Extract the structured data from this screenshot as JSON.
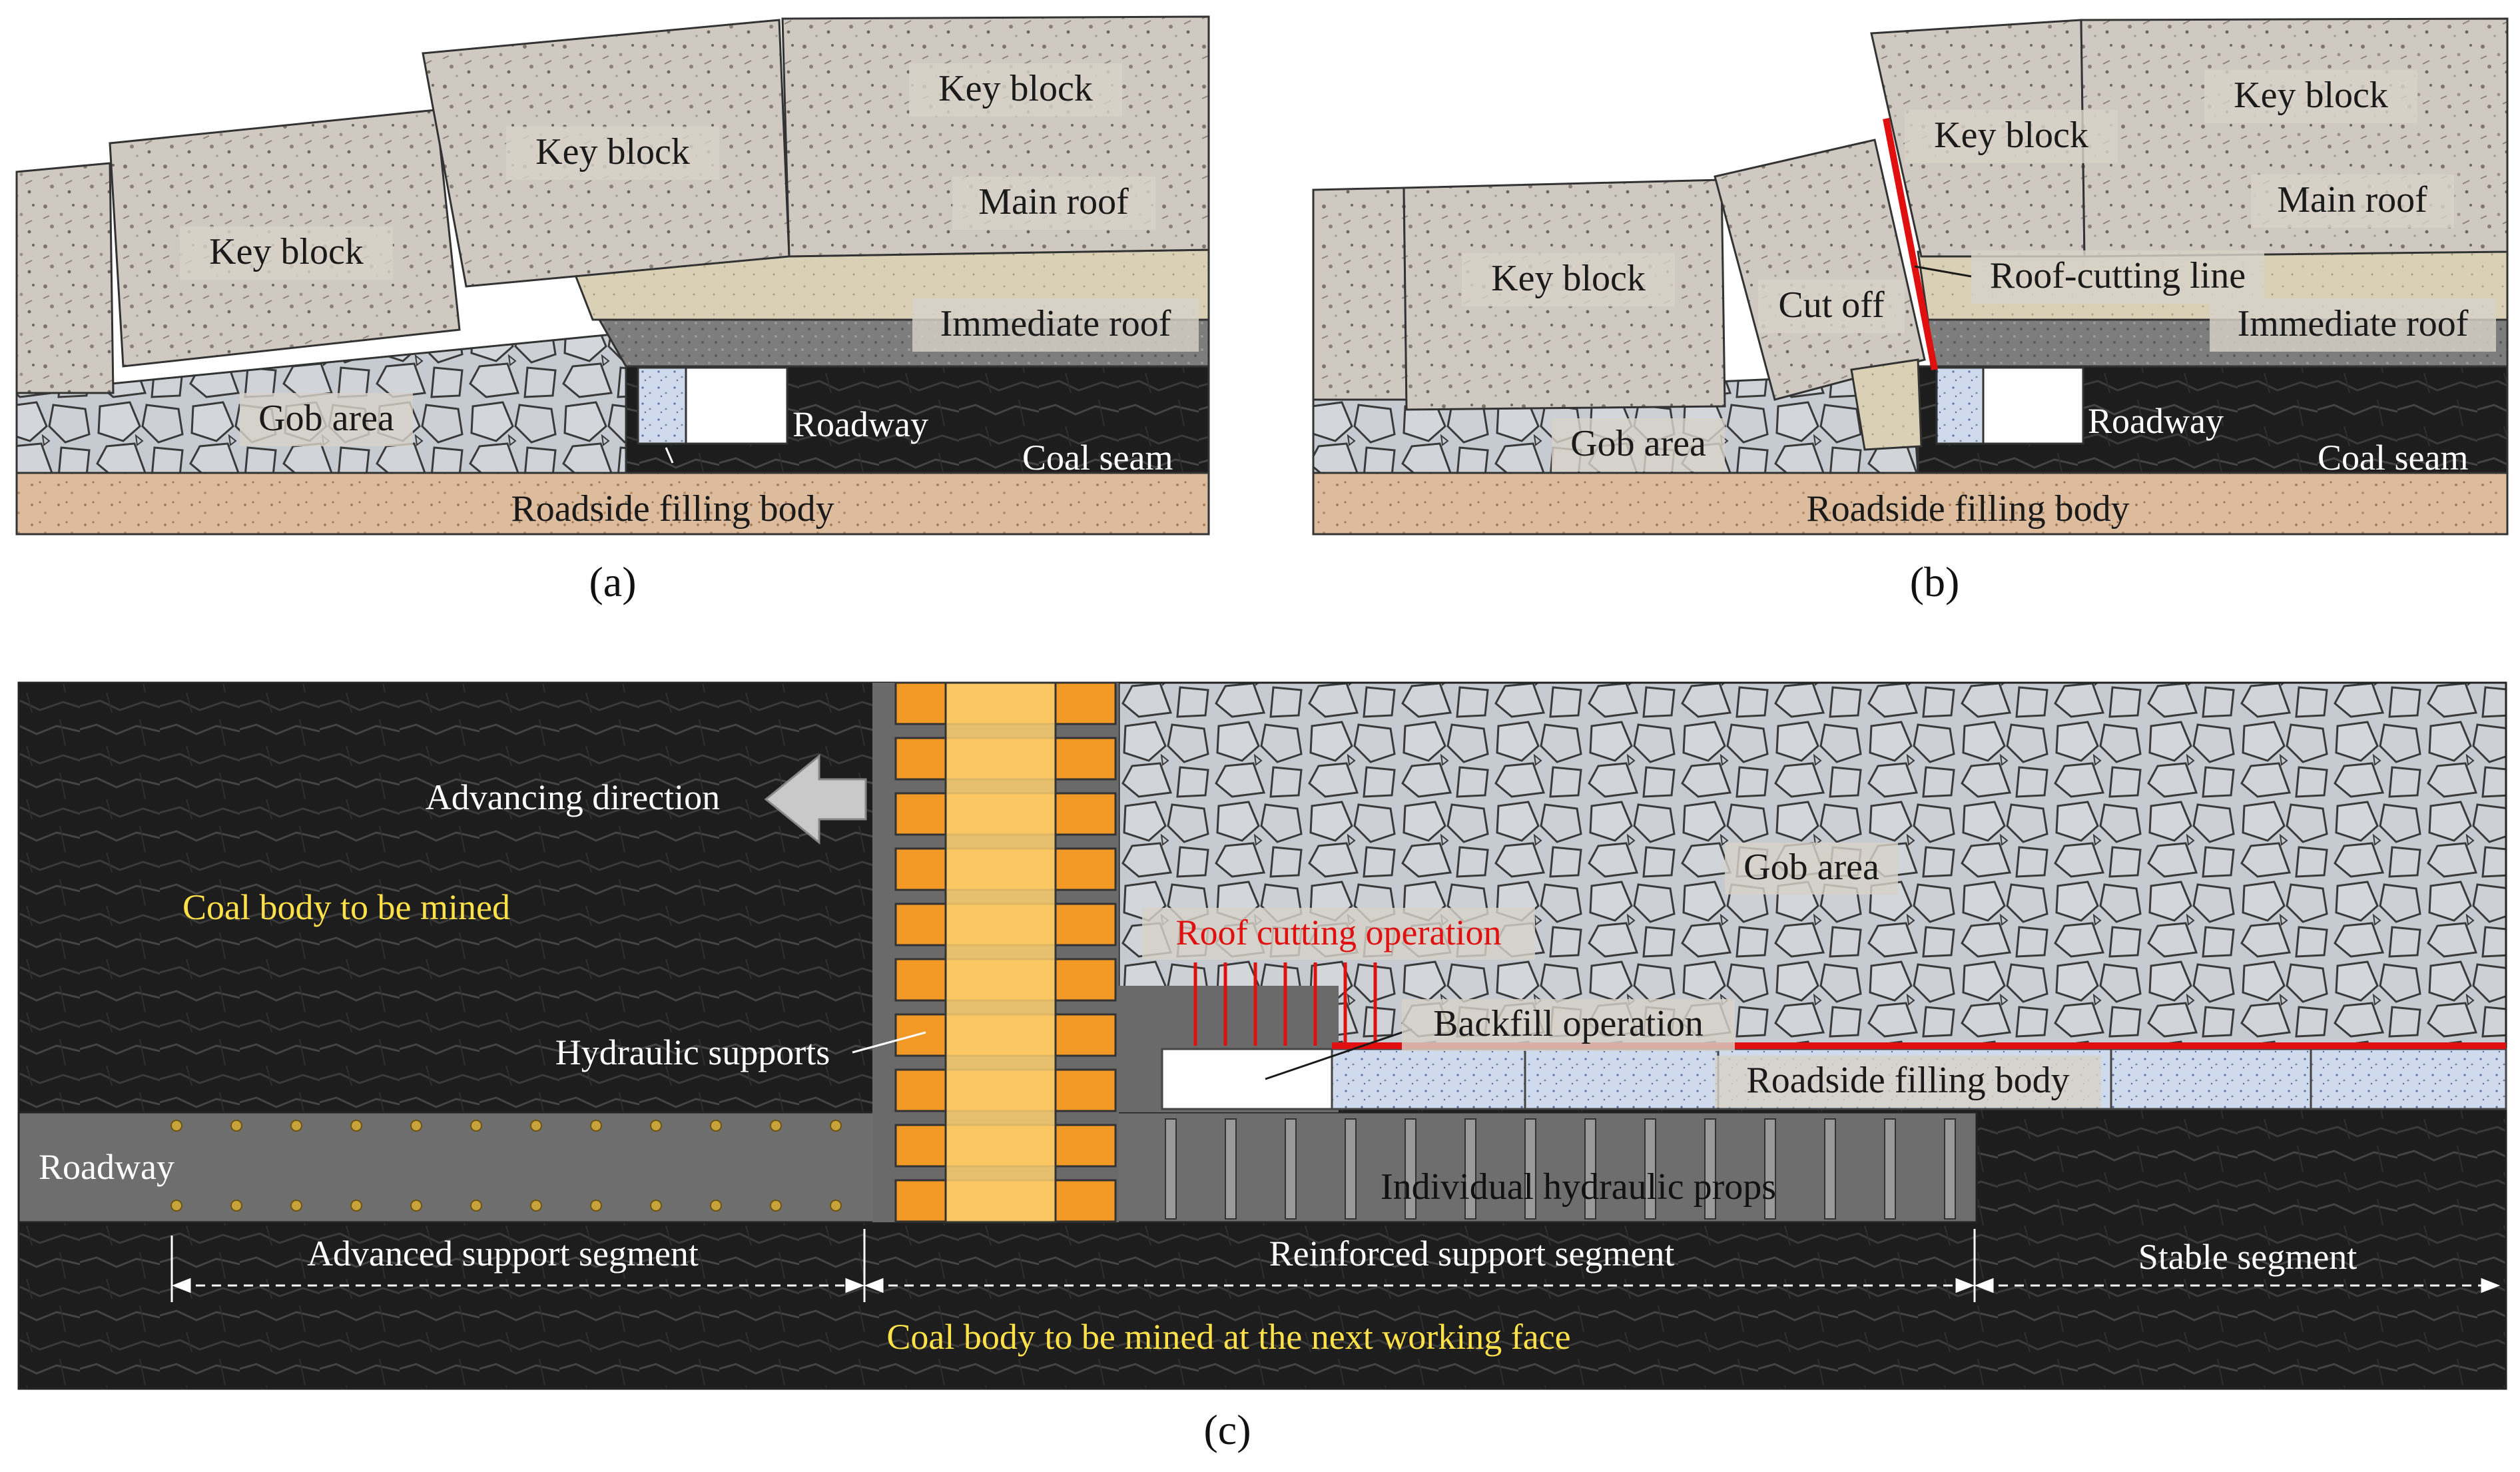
{
  "panel_a": {
    "caption": "(a)",
    "key_block_1": "Key block",
    "key_block_2": "Key block",
    "key_block_3": "Key block",
    "main_roof": "Main roof",
    "immediate_roof": "Immediate roof",
    "gob_area": "Gob area",
    "roadway": "Roadway",
    "coal_seam": "Coal seam",
    "roadside_filling_body": "Roadside filling body"
  },
  "panel_b": {
    "caption": "(b)",
    "key_block_1": "Key block",
    "key_block_2": "Key block",
    "key_block_3": "Key block",
    "cut_off": "Cut off",
    "roof_cutting_line": "Roof-cutting line",
    "main_roof": "Main roof",
    "immediate_roof": "Immediate roof",
    "gob_area": "Gob area",
    "roadway": "Roadway",
    "coal_seam": "Coal seam",
    "roadside_filling_body": "Roadside filling body"
  },
  "panel_c": {
    "caption": "(c)",
    "advancing_direction": "Advancing direction",
    "coal_body_to_be_mined": "Coal body to be mined",
    "hydraulic_supports": "Hydraulic supports",
    "roadway": "Roadway",
    "gob_area": "Gob area",
    "roof_cutting_operation": "Roof cutting operation",
    "backfill_operation": "Backfill operation",
    "roadside_filling_body": "Roadside filling body",
    "individual_hydraulic_props": "Individual hydraulic props",
    "advanced_support_segment": "Advanced support segment",
    "reinforced_support_segment": "Reinforced support segment",
    "stable_segment": "Stable segment",
    "next_face_coal": "Coal body to be mined at the next working face"
  },
  "colors": {
    "rock": "#c9c3bb",
    "immediate_roof": "#d8cfb4",
    "coal": "#1c1c1c",
    "gob": "#c7ccd3",
    "floor": "#d9b99a",
    "filling": "#c8d5ea",
    "support_orange": "#f29a25",
    "support_light": "#fccf6e",
    "cut_line": "#e01010",
    "roadway_gray": "#6b6b6b"
  }
}
